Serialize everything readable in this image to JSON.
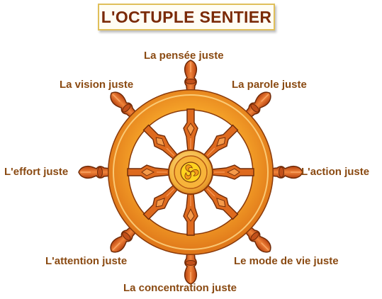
{
  "title": "L'OCTUPLE SENTIER",
  "labels": {
    "top": "La pensée juste",
    "top_left": "La vision juste",
    "top_right": "La parole juste",
    "left": "L'effort juste",
    "right": "L'action juste",
    "bottom_left": "L'attention juste",
    "bottom_right": "Le mode de vie juste",
    "bottom": "La concentration juste"
  },
  "colors": {
    "title_text": "#7a2a08",
    "title_border": "#e0bf5a",
    "label_text": "#8a4a12",
    "rim": "#f5a623",
    "rim_dark": "#c85a0e",
    "spoke": "#d9651a",
    "handle": "#e2692a",
    "hub": "#f2c521"
  },
  "icons": {
    "center": "gankyil-icon",
    "wheel": "dharma-wheel-icon"
  }
}
